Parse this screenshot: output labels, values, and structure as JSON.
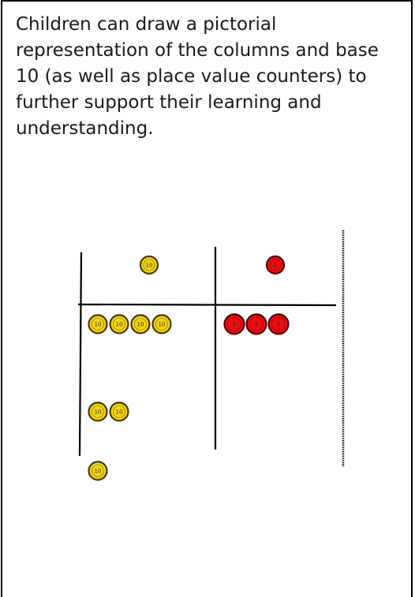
{
  "description_text": "Children can draw a pictorial representation of the columns and base 10 (as well as place value counters) to further support their learning and understanding.",
  "colors": {
    "ten_counter_fill": "#f2d21b",
    "ten_counter_stroke": "#4a3a00",
    "one_counter_fill": "#e40f14",
    "one_counter_stroke": "#5a0000",
    "line": "#000000"
  },
  "counters": {
    "ten_label": "10",
    "one_label": "1"
  },
  "diagram": {
    "top_row": {
      "tens": 1,
      "ones": 1
    },
    "bottom_row": {
      "tens_groups": [
        4,
        2,
        1
      ],
      "ones": 3
    }
  }
}
